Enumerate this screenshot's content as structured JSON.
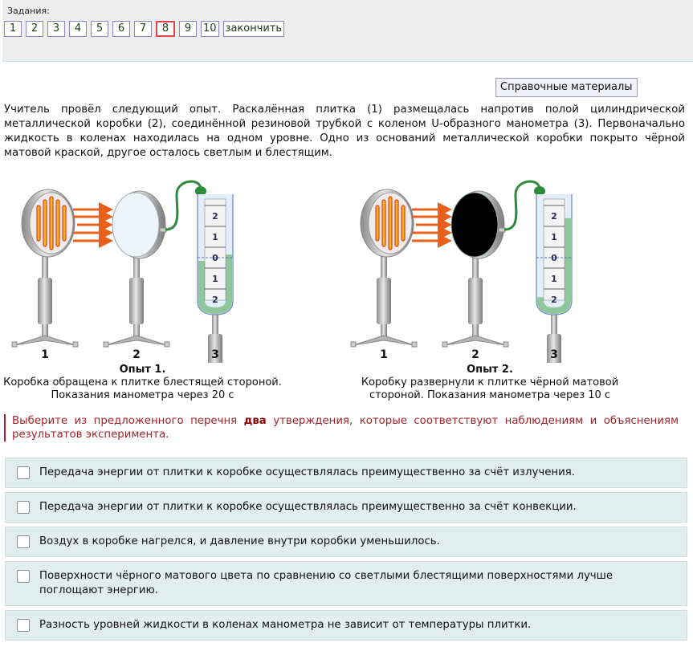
{
  "nav": {
    "label": "Задания:",
    "tasks": [
      "1",
      "2",
      "3",
      "4",
      "5",
      "6",
      "7",
      "8",
      "9",
      "10"
    ],
    "active_task": "8",
    "finish_label": "закончить"
  },
  "reference_button": "Справочные материалы",
  "intro_text": "Учитель провёл следующий опыт. Раскалённая плитка (1) размещалась напротив полой цилиндрической металлической коробки (2), соединённой резиновой трубкой с коленом U-образного манометра (3). Первоначально жидкость в коленах находилась на одном уровне. Одно из оснований металлической коробки покрыто чёрной матовой краской, другое осталось светлым и блестящим.",
  "figure": {
    "labels": [
      "1",
      "2",
      "3"
    ],
    "scale": [
      "2",
      "1",
      "0",
      "1",
      "2"
    ],
    "experiment1": {
      "title": "Опыт 1.",
      "line1": "Коробка обращена к плитке блестящей стороной.",
      "line2": "Показания манометра через 20 с",
      "box_color": "#eef4fb",
      "level_difference_divisions": 0.3
    },
    "experiment2": {
      "title": "Опыт 2.",
      "line1": "Коробку развернули к плитке чёрной матовой",
      "line2": "стороной. Показания манометра через 10 с",
      "box_color": "#000000",
      "level_difference_divisions": 3.8
    }
  },
  "instruction": {
    "before": "Выберите из предложенного перечня ",
    "bold": "два",
    "after": " утверждения, которые соответствуют наблюдениям и объяснениям результатов эксперимента."
  },
  "options": [
    {
      "text": "Передача энергии от плитки к коробке осуществлялась преимущественно за счёт излучения.",
      "checked": false
    },
    {
      "text": "Передача энергии от плитки к коробке осуществлялась преимущественно за счёт конвекции.",
      "checked": false
    },
    {
      "text": "Воздух в коробке нагрелся, и давление внутри коробки уменьшилось.",
      "checked": false
    },
    {
      "text": "Поверхности чёрного матового цвета по сравнению со светлыми блестящими поверхностями лучше поглощают энергию.",
      "checked": false
    },
    {
      "text": "Разность уровней жидкости в коленах манометра не зависит от температуры плитки.",
      "checked": false
    }
  ]
}
